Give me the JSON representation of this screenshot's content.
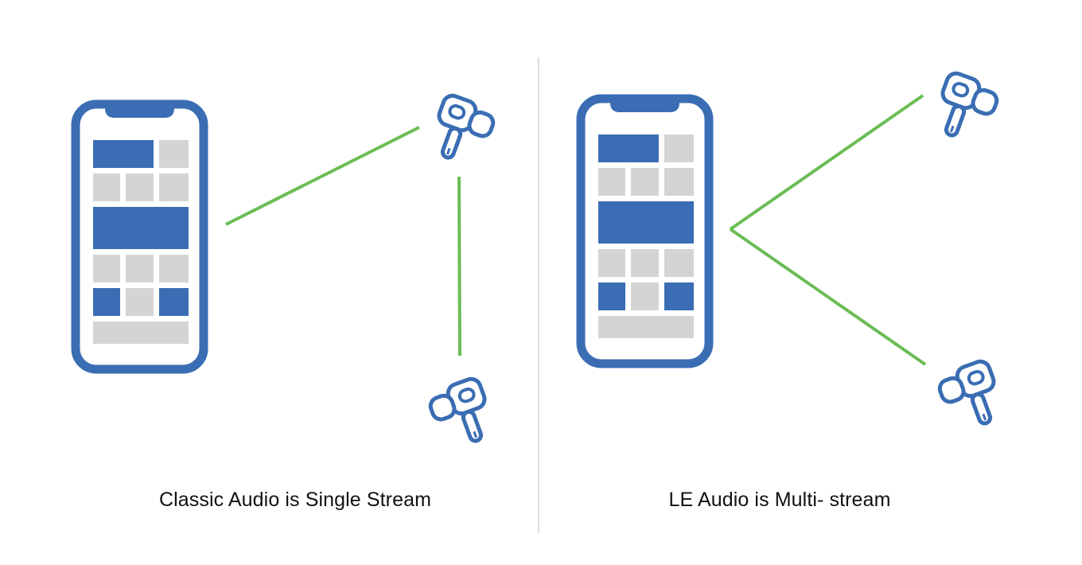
{
  "colors": {
    "phone_blue": "#3a6db3",
    "tile_gray": "#d3d4d6",
    "link_green": "#6bbd56",
    "divider": "#dcdcdc"
  },
  "panels": [
    {
      "caption": "Classic Audio is Single Stream",
      "connection": "single-stream"
    },
    {
      "caption": "LE Audio is Multi- stream",
      "connection": "multi-stream"
    }
  ],
  "icons": [
    "smartphone-icon",
    "earbud-icon"
  ]
}
